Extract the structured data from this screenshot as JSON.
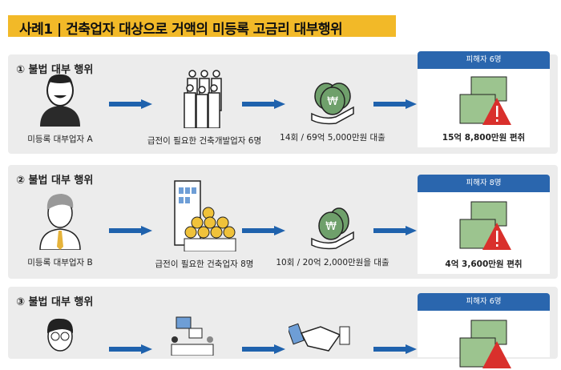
{
  "title": "사례1 | 건축업자 대상으로 거액의 미등록 고금리 대부행위",
  "cases": [
    {
      "heading": "① 불법 대부 행위",
      "lender": "미등록 대부업자 A",
      "borrowers": "급전이 필요한 건축개발업자 6명",
      "loan": "14회 / 69억 5,000만원 대출",
      "victims": "피해자 6명",
      "damage": "15억 8,800만원 편취"
    },
    {
      "heading": "② 불법 대부 행위",
      "lender": "미등록 대부업자 B",
      "borrowers": "급전이 필요한 건축업자 8명",
      "loan": "10회 / 20억 2,000만원을 대출",
      "victims": "피해자 8명",
      "damage": "4억 3,600만원 편취"
    },
    {
      "heading": "③ 불법 대부 행위",
      "victims": "피해자 6명"
    }
  ],
  "colors": {
    "title_bg": "#f2b928",
    "accent_blue": "#2a66ae",
    "arrow": "#1f62ad",
    "money": "#6fa06b",
    "warning": "#d9302c"
  }
}
